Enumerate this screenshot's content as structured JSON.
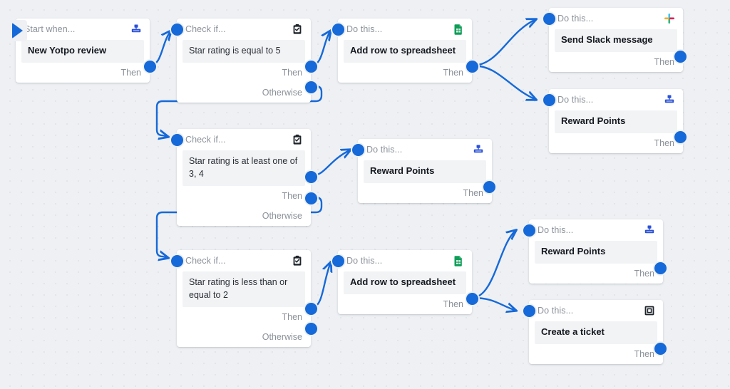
{
  "canvas": {
    "background_color": "#eef0f3",
    "grid": "dot-grid",
    "accent_color": "#1669d8",
    "card_color": "#ffffff",
    "body_band_color": "#f2f3f5",
    "muted_text_color": "#8b9199"
  },
  "labels": {
    "start_when": "Start when...",
    "check_if": "Check if...",
    "do_this": "Do this...",
    "then": "Then",
    "otherwise": "Otherwise"
  },
  "nodes": [
    {
      "id": "trigger-yotpo-review",
      "kind": "trigger",
      "kicker": "Start when...",
      "title": "New Yotpo review",
      "icon": "yotpo-icon",
      "outputs": [
        {
          "label": "Then"
        }
      ]
    },
    {
      "id": "condition-rating-equal-5",
      "kind": "condition",
      "kicker": "Check if...",
      "title": "Star rating is equal to 5",
      "icon": "clipboard-check-icon",
      "outputs": [
        {
          "label": "Then"
        },
        {
          "label": "Otherwise"
        }
      ]
    },
    {
      "id": "action-add-row-spreadsheet-top",
      "kind": "action",
      "kicker": "Do this...",
      "title": "Add row to spreadsheet",
      "icon": "google-sheets-icon",
      "outputs": [
        {
          "label": "Then"
        }
      ]
    },
    {
      "id": "action-send-slack-message",
      "kind": "action",
      "kicker": "Do this...",
      "title": "Send Slack message",
      "icon": "slack-icon",
      "outputs": [
        {
          "label": "Then"
        }
      ]
    },
    {
      "id": "action-reward-points-top",
      "kind": "action",
      "kicker": "Do this...",
      "title": "Reward Points",
      "icon": "yotpo-icon",
      "outputs": [
        {
          "label": "Then"
        }
      ]
    },
    {
      "id": "condition-rating-one-of-3-4",
      "kind": "condition",
      "kicker": "Check if...",
      "title": "Star rating is at least one of 3, 4",
      "icon": "clipboard-check-icon",
      "outputs": [
        {
          "label": "Then"
        },
        {
          "label": "Otherwise"
        }
      ]
    },
    {
      "id": "action-reward-points-middle",
      "kind": "action",
      "kicker": "Do this...",
      "title": "Reward Points",
      "icon": "yotpo-icon",
      "outputs": [
        {
          "label": "Then"
        }
      ]
    },
    {
      "id": "condition-rating-lte-2",
      "kind": "condition",
      "kicker": "Check if...",
      "title": "Star rating is less than or equal to 2",
      "icon": "clipboard-check-icon",
      "outputs": [
        {
          "label": "Then"
        },
        {
          "label": "Otherwise"
        }
      ]
    },
    {
      "id": "action-add-row-spreadsheet-bottom",
      "kind": "action",
      "kicker": "Do this...",
      "title": "Add row to spreadsheet",
      "icon": "google-sheets-icon",
      "outputs": [
        {
          "label": "Then"
        }
      ]
    },
    {
      "id": "action-reward-points-bottom",
      "kind": "action",
      "kicker": "Do this...",
      "title": "Reward Points",
      "icon": "yotpo-icon",
      "outputs": [
        {
          "label": "Then"
        }
      ]
    },
    {
      "id": "action-create-ticket",
      "kind": "action",
      "kicker": "Do this...",
      "title": "Create a ticket",
      "icon": "ticket-icon",
      "outputs": [
        {
          "label": "Then"
        }
      ]
    }
  ]
}
